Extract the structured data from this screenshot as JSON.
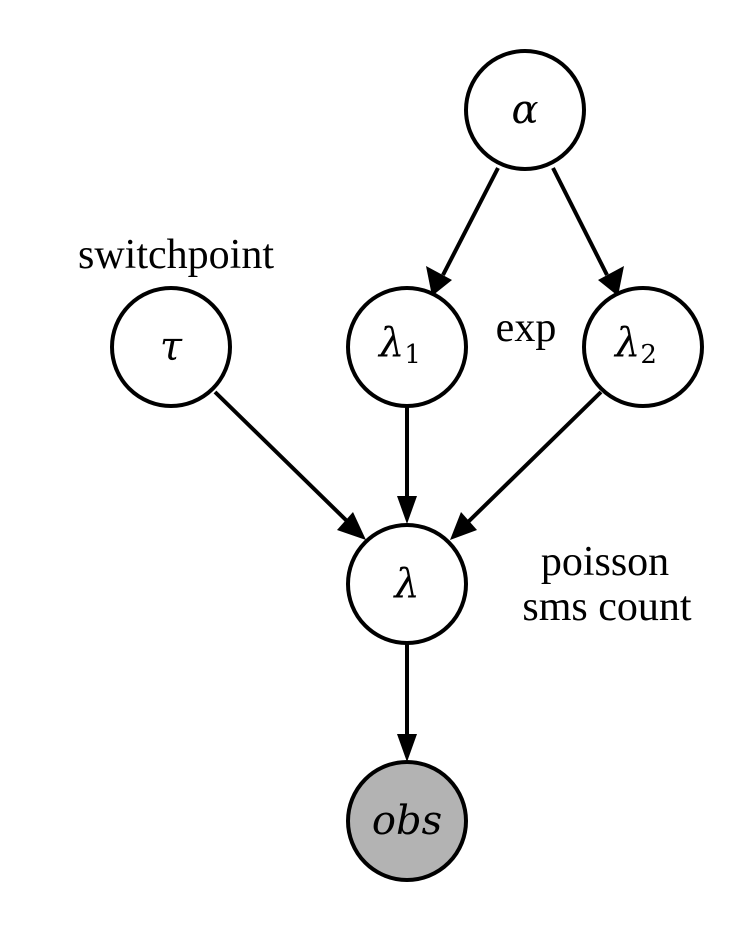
{
  "nodes": {
    "alpha": {
      "symbol": "α",
      "sub": ""
    },
    "tau": {
      "symbol": "τ",
      "sub": ""
    },
    "lambda1": {
      "symbol": "λ",
      "sub": "1"
    },
    "lambda2": {
      "symbol": "λ",
      "sub": "2"
    },
    "lambda": {
      "symbol": "λ",
      "sub": ""
    },
    "obs": {
      "symbol": "obs",
      "sub": "",
      "observed": true
    }
  },
  "annotations": {
    "switchpoint": "switchpoint",
    "exp": "exp",
    "poisson": "poisson",
    "sms_count": "sms count"
  },
  "edges": [
    {
      "from": "alpha",
      "to": "lambda1"
    },
    {
      "from": "alpha",
      "to": "lambda2"
    },
    {
      "from": "tau",
      "to": "lambda"
    },
    {
      "from": "lambda1",
      "to": "lambda"
    },
    {
      "from": "lambda2",
      "to": "lambda"
    },
    {
      "from": "lambda",
      "to": "obs"
    }
  ],
  "colors": {
    "stroke": "#000000",
    "node_fill": "#ffffff",
    "observed_fill": "#b3b3b3"
  }
}
